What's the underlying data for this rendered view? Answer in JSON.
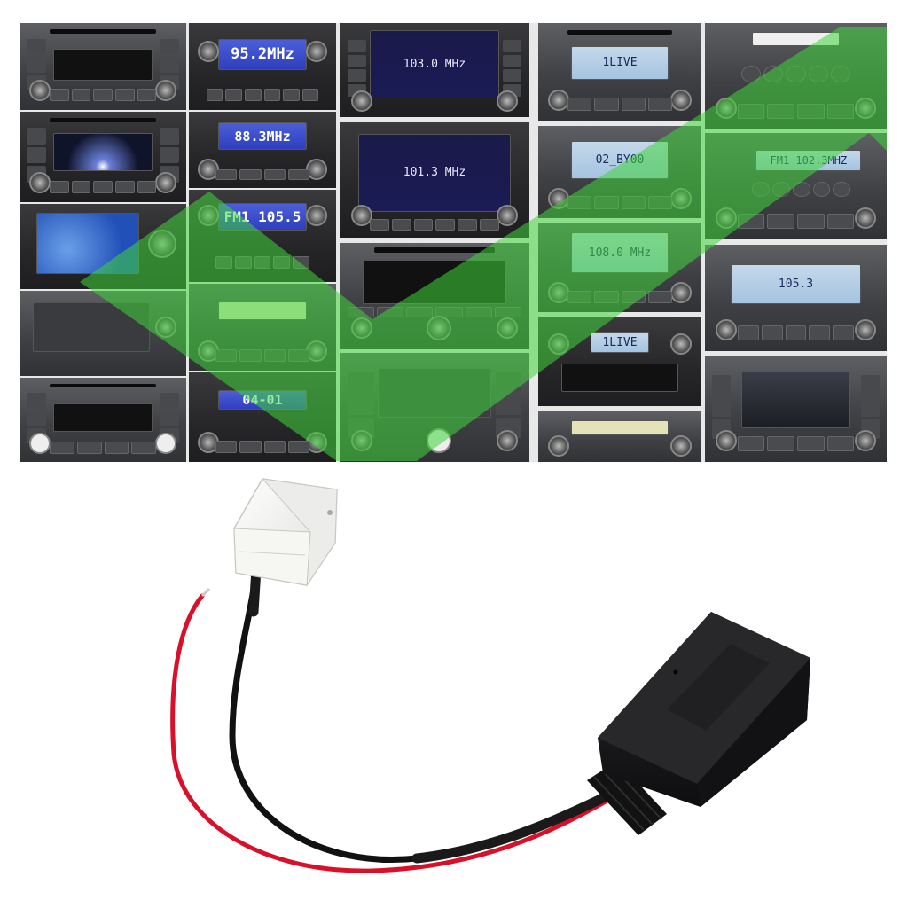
{
  "image": {
    "collage": {
      "tiles": [
        {
          "id": "r1c1",
          "display_text": ""
        },
        {
          "id": "r1c2",
          "display_text": "95.2MHz"
        },
        {
          "id": "r1c3",
          "display_text": "103.0 MHz"
        },
        {
          "id": "r1c4",
          "display_text": "1LIVE"
        },
        {
          "id": "r1c5",
          "display_text": ""
        },
        {
          "id": "r2c1",
          "display_text": ""
        },
        {
          "id": "r2c2",
          "display_text": "88.3MHz"
        },
        {
          "id": "r2c3",
          "display_text": "101.3 MHz"
        },
        {
          "id": "r2c4",
          "display_text": "02_BY00"
        },
        {
          "id": "r2c5",
          "display_text": "FM1 102.3MHZ"
        },
        {
          "id": "r3c1",
          "display_text": ""
        },
        {
          "id": "r3c2",
          "display_text": "FM1 105.5"
        },
        {
          "id": "r3c3",
          "display_text": ""
        },
        {
          "id": "r3c4",
          "display_text": "108.0 MHz"
        },
        {
          "id": "r3c5",
          "display_text": "105.3"
        },
        {
          "id": "r4c1",
          "display_text": ""
        },
        {
          "id": "r4c2",
          "display_text": ""
        },
        {
          "id": "r4c3",
          "display_text": ""
        },
        {
          "id": "r4c4",
          "display_text": "1LIVE"
        },
        {
          "id": "r4c5",
          "display_text": ""
        },
        {
          "id": "r5c1",
          "display_text": ""
        },
        {
          "id": "r5c2",
          "display_text": "04-01"
        },
        {
          "id": "r5c3",
          "display_text": ""
        },
        {
          "id": "r5c4",
          "display_text": ""
        },
        {
          "id": "r5c5",
          "display_text": ""
        }
      ],
      "overlay_color": "#3fd63a"
    },
    "product": {
      "connector_color": "#f2f2ef",
      "receiver_color": "#1c1c1e",
      "cable_black": "#111111",
      "cable_red": "#d8102a"
    }
  }
}
